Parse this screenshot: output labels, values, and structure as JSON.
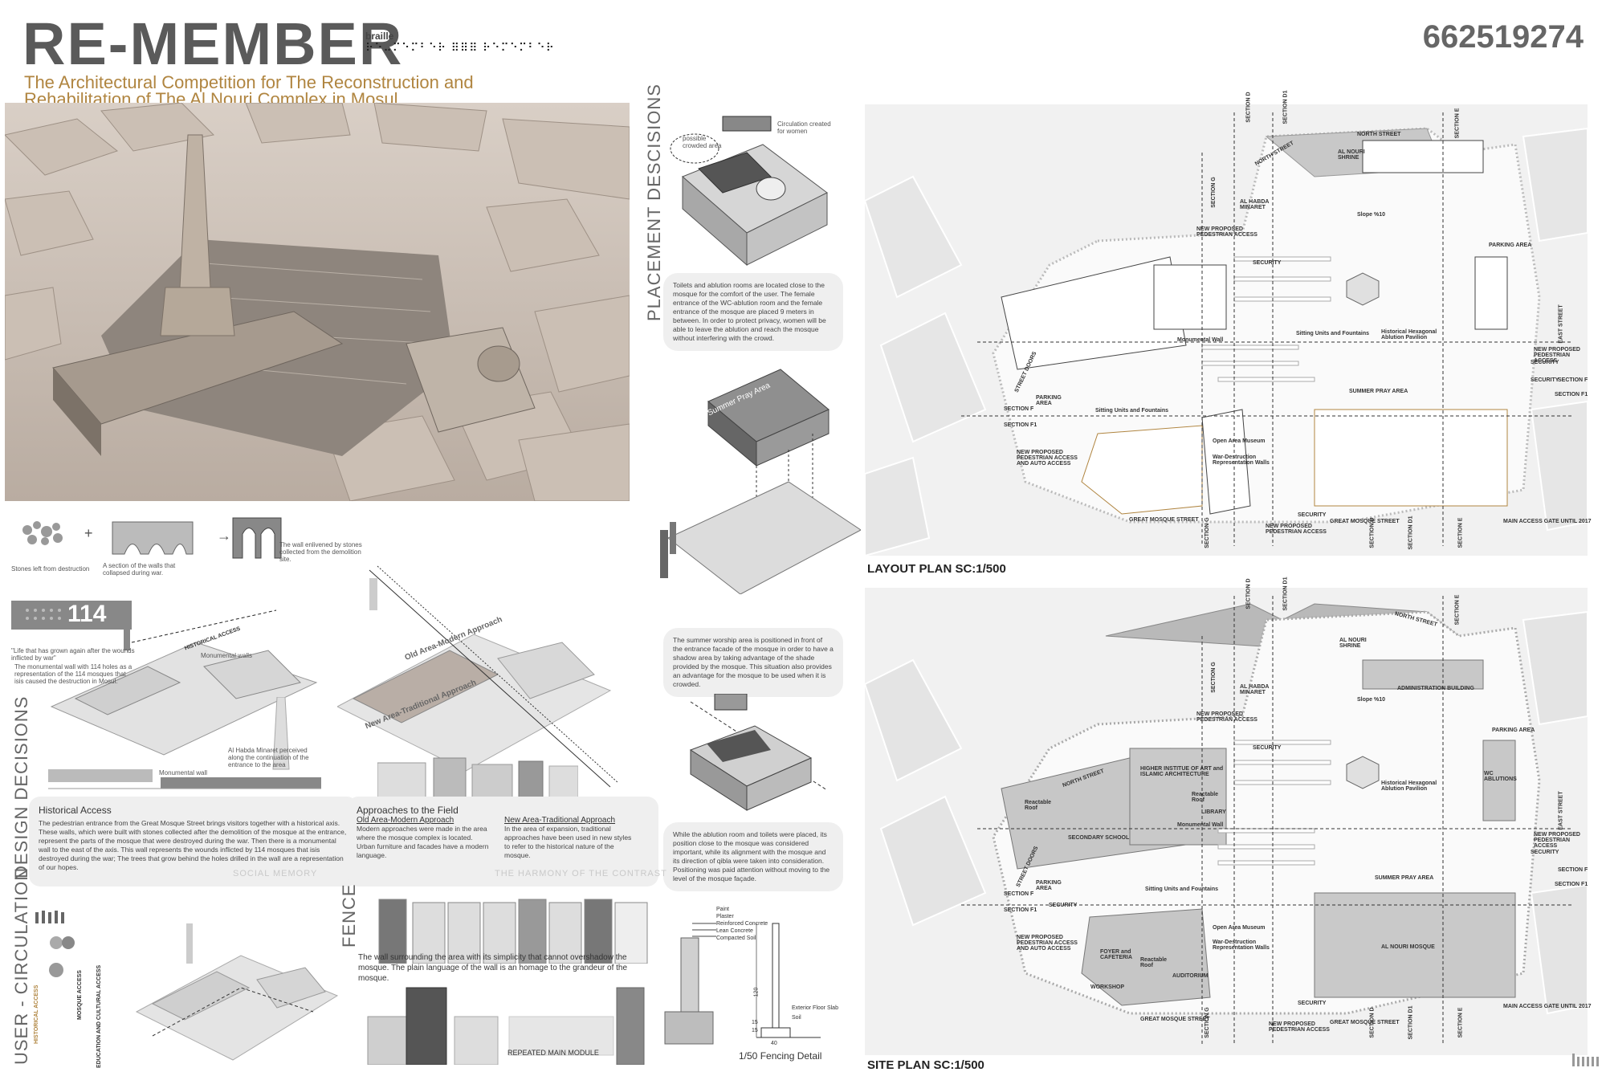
{
  "header": {
    "title": "RE-MEMBER",
    "braille_label": "braille",
    "braille_dots": "⠗⠑⠤⠍⠑⠍⠃⠑⠗ ⠿⠿⠿ ⠗⠑⠍⠑⠍⠃⠑⠗",
    "subtitle_line1": "The Architectural Competition for The Reconstruction and",
    "subtitle_line2": "Rehabilitation of The Al Nouri Complex in Mosul",
    "entry_id": "662519274"
  },
  "placement": {
    "title": "PLACEMENT DESCISIONS",
    "label_possible": "possible crowded area",
    "label_circulation": "Circulation created for women",
    "summer_label": "Summer Pray Area",
    "text1": "Toilets and ablution rooms are located close to the mosque for the comfort of the user. The female entrance of the WC-ablution room and the female entrance of the mosque are placed 9 meters in between. In order to protect privacy, women will be able to leave the ablution and reach the mosque without interfering with the crowd.",
    "text2": "The summer worship area is positioned in front of the entrance facade of the mosque in order to have a shadow area by taking advantage of the shade provided by the mosque. This situation also provides an advantage for the mosque to be used when it is crowded.",
    "text3": "While the ablution room and toilets were placed, its position close to the mosque was considered important, while its alignment with the mosque and its direction of qibla were taken into consideration. Positioning was paid attention without moving to the level of the mosque façade."
  },
  "design": {
    "title": "DESIGN DECISIONS",
    "stones_caption": "Stones left from destruction",
    "walls_caption": "A section of the walls that collapsed during war.",
    "enlivened_caption": "The wall enlivened by stones collected from the demolition site.",
    "number_114": "114",
    "quote": "\"Life that has grown again after the wounds inflicted by war\"",
    "monumental_caption": "The monumental wall with 114 holes as a representation of the 114 mosques that isis caused the destruction in Mosul.",
    "historical_access_label": "HISTORICAL ACCESS",
    "monumental_walls_label": "Monumental walls",
    "hadba_caption": "Al Habda Minaret perceived along the continuation of the entrance to the area",
    "monumental_wall_label": "Monumental wall",
    "historical_title": "Historical Access",
    "historical_text": "The pedestrian entrance from the Great Mosque Street brings visitors together with a historical axis. These walls, which were built with stones collected after the demolition of the mosque at the entrance, represent the parts of the mosque that were destroyed during the war. Then there is a monumental wall to the east of the axis. This wall represents the wounds inflicted by 114 mosques that isis destroyed during the war; The trees that grow behind the holes drilled in the wall are a representation of our hopes.",
    "social_memory": "SOCIAL MEMORY",
    "old_area_diag": "Old Area-Modern Approach",
    "new_area_diag": "New Area-Traditional Approach",
    "approaches_title": "Approaches to the Field",
    "old_title": "Old Area-Modern Approach",
    "old_text": "Modern approaches were made in the area where the mosque complex is located. Urban furniture and facades have a modern language.",
    "new_title": "New Area-Traditional Approach",
    "new_text": "In the area of expansion, traditional approaches have been used in new styles to refer to the historical nature of the mosque.",
    "harmony": "THE HARMONY OF THE CONTRAST"
  },
  "circulation": {
    "title": "USER - CIRCULATION",
    "historical_access": "HISTORICAL ACCESS",
    "mosque_access": "MOSQUE ACCESS",
    "education_access": "EDUCATION AND CULTURAL ACCESS"
  },
  "fence": {
    "title": "FENCE",
    "text": "The wall surrounding the area with its simplicity that cannot overshadow the mosque. The plain language of the wall is an homage to the grandeur of the mosque.",
    "module_label": "REPEATED MAIN MODULE",
    "detail_label": "1/50 Fencing Detail",
    "layers": [
      "Paint",
      "Plaster",
      "Reinforced Concrete",
      "Lean Concrete",
      "Compacted Soil"
    ],
    "floor_slab": "Exterior Floor Slab",
    "soil": "Soil",
    "dims": [
      "120",
      "15",
      "15",
      "40"
    ]
  },
  "layout_plan": {
    "title": "LAYOUT PLAN SC:1/500",
    "labels": {
      "north_street": "NORTH STREET",
      "north_street2": "NORTH STREET",
      "shrine": "AL NOURI SHRINE",
      "hadba": "AL HABDA MINARET",
      "new_ped": "NEW PROPOSED PEDESTRIAN ACCESS",
      "slope": "Slope %10",
      "security": "SECURITY",
      "parking": "PARKING AREA",
      "pavilion": "Historical Hexagonal Ablution Pavilion",
      "east_street": "EAST STREET",
      "monumental": "Monumental Wall",
      "sitting": "Sitting Units and Fountains",
      "summer": "SUMMER PRAY AREA",
      "parking2": "PARKING AREA",
      "sitting2": "Sitting Units and Fountains",
      "museum": "Open Area Museum",
      "war_walls": "War-Destruction Representation Walls",
      "new_ped_auto": "NEW PROPOSED PEDESTRIAN ACCESS AND AUTO ACCESS",
      "great_mosque": "GREAT MOSQUE STREET",
      "great_mosque2": "GREAT MOSQUE STREET",
      "main_gate": "MAIN ACCESS GATE UNTIL 2017",
      "security2": "SECURITY",
      "new_ped2": "NEW PROPOSED PEDESTRIAN ACCESS",
      "new_ped_e": "NEW PROPOSED PEDESTRIAN ACCESS",
      "security_e": "SECURITY",
      "street_w": "STREET DOORS",
      "security3": "SECURITY",
      "section_d": "SECTION D",
      "section_d1": "SECTION D1",
      "section_e": "SECTION E",
      "section_g": "SECTION G",
      "section_f": "SECTION F",
      "section_f1": "SECTION F1",
      "section_f_w": "SECTION F",
      "section_f1_w": "SECTION F1",
      "section_g_b": "SECTION G",
      "section_d_b": "SECTION D",
      "section_d1_b": "SECTION D1",
      "section_e_b": "SECTION E"
    }
  },
  "site_plan": {
    "title": "SITE PLAN SC:1/500",
    "labels": {
      "north_street": "NORTH STREET",
      "shrine": "AL NOURI SHRINE",
      "hadba": "AL HABDA MINARET",
      "admin": "ADMINISTRATION BUILDING",
      "slope": "Slope %10",
      "new_ped": "NEW PROPOSED PEDESTRIAN ACCESS",
      "security": "SECURITY",
      "parking": "PARKING AREA",
      "wc": "WC ABLUTIONS",
      "pavilion": "Historical Hexagonal Ablution Pavilion",
      "east_street": "EAST STREET",
      "north_street2": "NORTH STREET",
      "higher": "HIGHER INSTITUE OF ART and ISLAMIC ARCHITECTURE",
      "reactable1": "Reactable Roof",
      "reactable2": "Reactable Roof",
      "library": "LIBRARY",
      "secondary": "SECONDARY SCHOOL",
      "monumental": "Monumental Wall",
      "sitting": "Sitting Units and Fountains",
      "summer": "SUMMER PRAY AREA",
      "parking2": "PARKING AREA",
      "security2": "SECURITY",
      "museum": "Open Area Museum",
      "war_walls": "War-Destruction Representation Walls",
      "foyer": "FOYER and CAFETERIA",
      "reactable3": "Reactable Roof",
      "auditorium": "AUDITORIUM",
      "workshop": "WORKSHOP",
      "nouri_mosque": "AL NOURI MOSQUE",
      "new_ped_auto": "NEW PROPOSED PEDESTRIAN ACCESS AND AUTO ACCESS",
      "great_mosque": "GREAT MOSQUE STREET",
      "great_mosque2": "GREAT MOSQUE STREET",
      "new_ped2": "NEW PROPOSED PEDESTRIAN ACCESS",
      "security3": "SECURITY",
      "main_gate": "MAIN ACCESS GATE UNTIL 2017",
      "new_ped_e": "NEW PROPOSED PEDESTRIAN ACCESS",
      "security_e": "SECURITY",
      "street_w": "STREET DOORS",
      "section_d": "SECTION D",
      "section_d1": "SECTION D1",
      "section_e": "SECTION E",
      "section_g": "SECTION G",
      "section_f": "SECTION F",
      "section_f1": "SECTION F1",
      "section_f_w": "SECTION F",
      "section_f1_w": "SECTION F1",
      "section_e_b": "SECTION E",
      "section_d_b": "SECTION D",
      "section_d1_b": "SECTION D1",
      "section_g_b": "SECTION G"
    }
  }
}
